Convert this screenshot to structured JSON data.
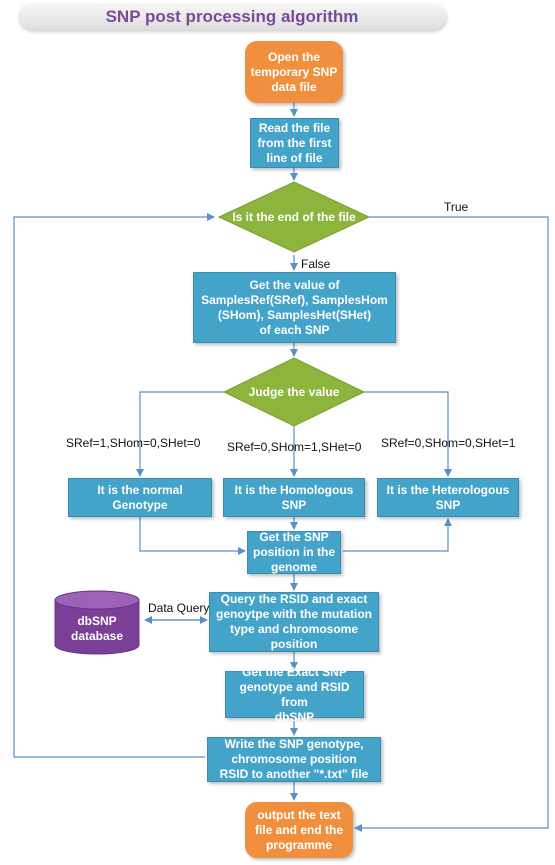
{
  "title": "SNP post processing algorithm",
  "nodes": {
    "open_file": "Open the\ntemporary SNP\ndata file",
    "read_file": "Read the file\nfrom the first\nline of file",
    "end_check": "Is it the end of the file",
    "get_value": "Get the value of\nSamplesRef(SRef), SamplesHom\n(SHom), SamplesHet(SHet)\nof each SNP",
    "judge": "Judge the value",
    "normal": "It is the normal\nGenotype",
    "homologous": "It is the Homologous\nSNP",
    "heterologous": "It is the Heterologous\nSNP",
    "get_position": "Get the SNP\nposition in the\ngenome",
    "query": "Query the RSID and exact\ngenoytpe with the mutation\ntype and chromosome\nposition",
    "get_exact": "Get the Exact SNP\ngenotype and RSID from\ndbSNP",
    "write": "Write the SNP genotype,\nchromosome position\nRSID to another \"*.txt\" file",
    "output": "output the text\nfile and end the\nprogramme",
    "dbsnp": "dbSNP\ndatabase"
  },
  "edge_labels": {
    "true": "True",
    "false": "False",
    "cond_normal": "SRef=1,SHom=0,SHet=0",
    "cond_hom": "SRef=0,SHom=1,SHet=0",
    "cond_het": "SRef=0,SHom=0,SHet=1",
    "data_query": "Data Query"
  },
  "colors": {
    "process": "#44a3c9",
    "terminal": "#f0903f",
    "decision": "#8db43c",
    "database": "#7b3f98",
    "arrow": "#5b8fc7",
    "title_text": "#7a4a9a"
  }
}
